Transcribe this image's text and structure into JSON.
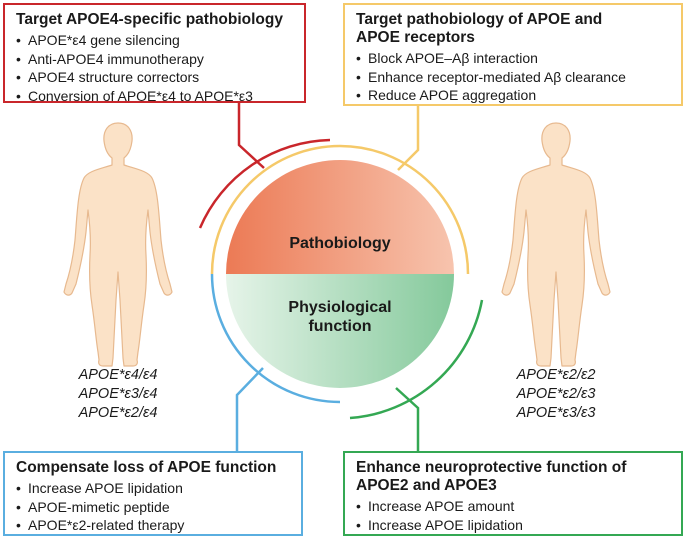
{
  "boxes": {
    "top_left": {
      "title": "Target APOE4-specific pathobiology",
      "items": [
        "APOE*ε4 gene silencing",
        "Anti-APOE4 immunotherapy",
        "APOE4 structure correctors",
        "Conversion of APOE*ε4 to APOE*ε3"
      ],
      "color": "#c9262b"
    },
    "top_right": {
      "title_line1": "Target pathobiology of APOE and",
      "title_line2": "APOE receptors",
      "items": [
        "Block APOE–Aβ interaction",
        "Enhance receptor-mediated Aβ clearance",
        "Reduce APOE aggregation"
      ],
      "color": "#f5c969"
    },
    "bottom_left": {
      "title": "Compensate loss of APOE function",
      "items": [
        "Increase APOE lipidation",
        "APOE-mimetic peptide",
        "APOE*ε2-related therapy"
      ],
      "color": "#5aaee0"
    },
    "bottom_right": {
      "title_line1": "Enhance neuroprotective function of",
      "title_line2": "APOE2 and APOE3",
      "items": [
        "Increase APOE amount",
        "Increase APOE lipidation"
      ],
      "color": "#34a853"
    }
  },
  "circle": {
    "top_label": "Pathobiology",
    "bottom_label_line1": "Physiological",
    "bottom_label_line2": "function"
  },
  "genotypes": {
    "left": [
      "APOE*ε4/ε4",
      "APOE*ε3/ε4",
      "APOE*ε2/ε4"
    ],
    "right": [
      "APOE*ε2/ε2",
      "APOE*ε2/ε3",
      "APOE*ε3/ε3"
    ]
  }
}
